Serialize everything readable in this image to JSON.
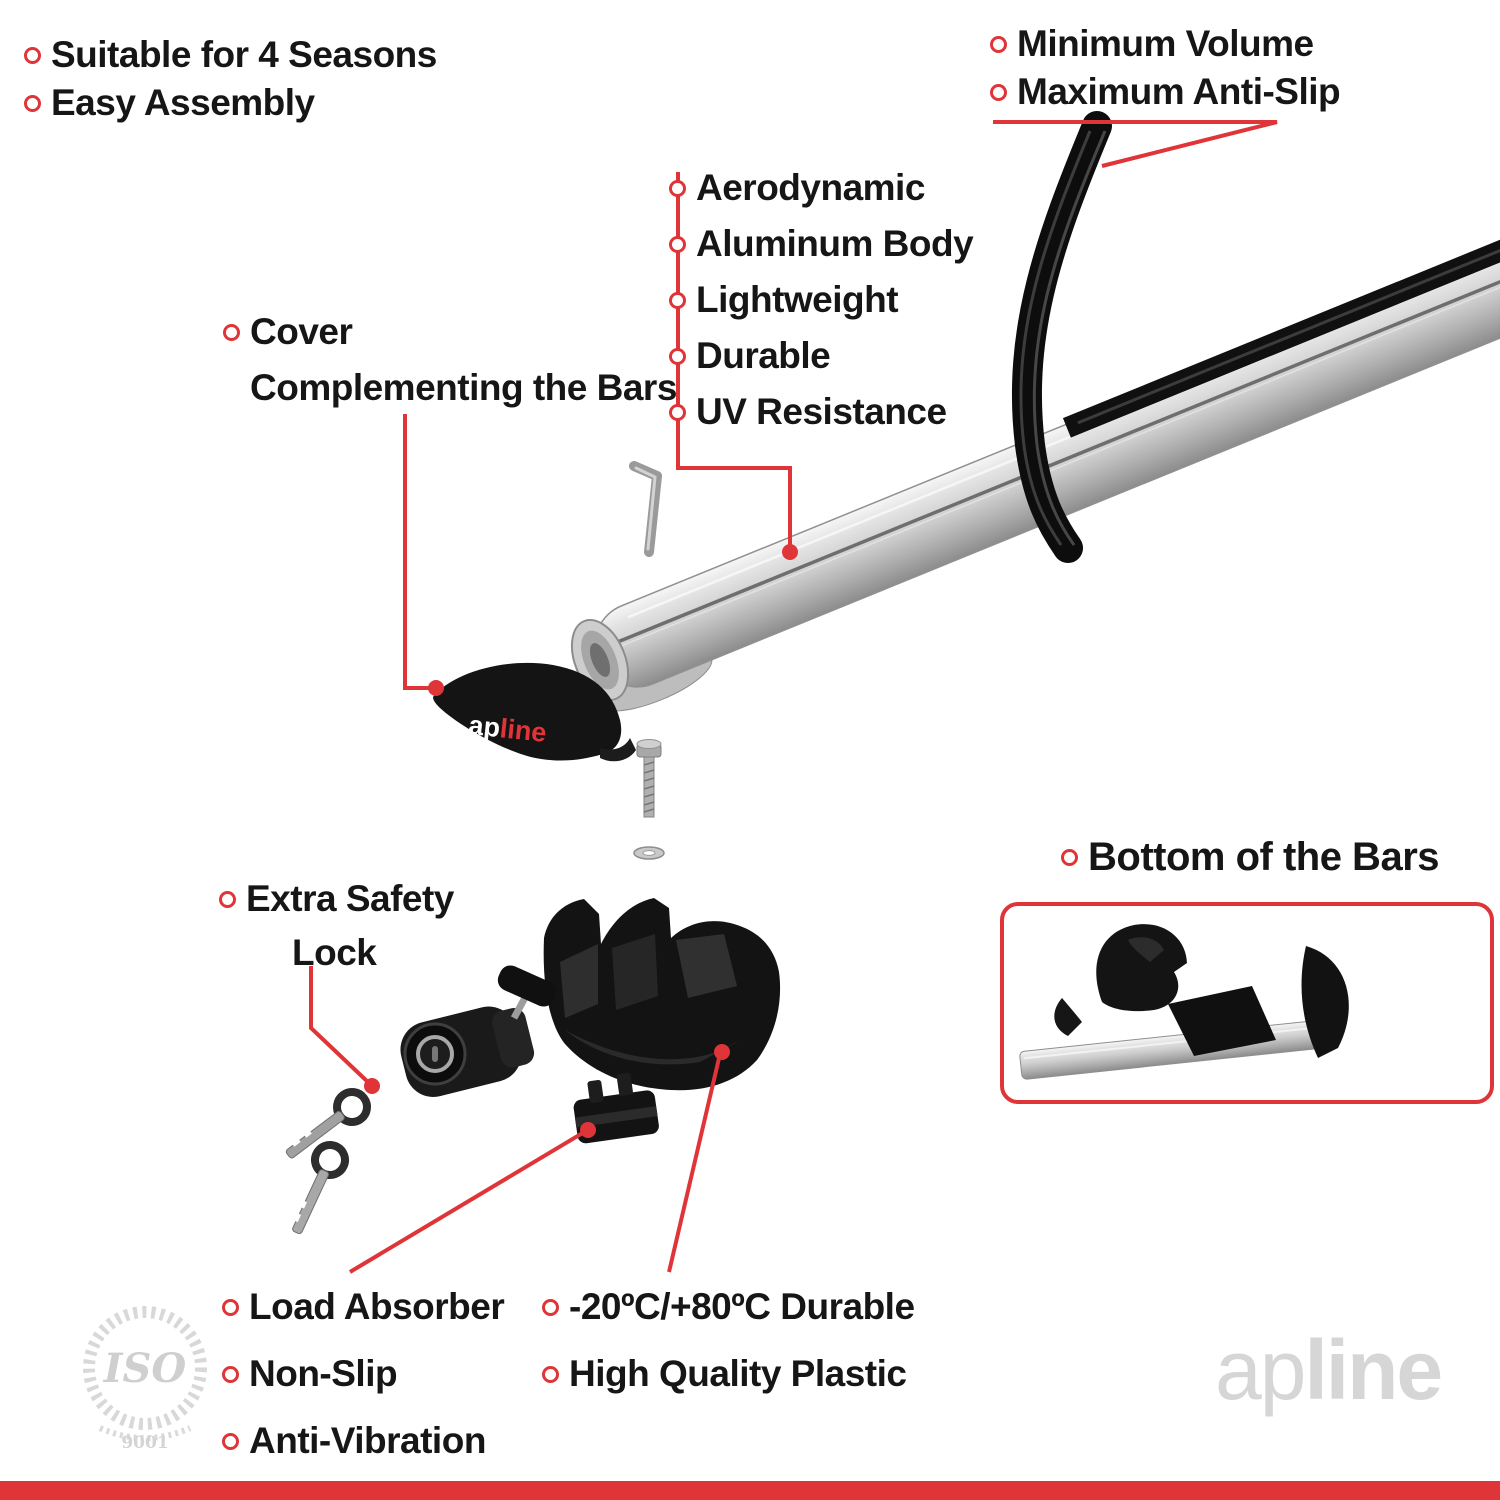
{
  "colors": {
    "accent_red": "#df3539",
    "text_black": "#161616",
    "watermark_gray": "#d6d6d6",
    "bar_silver": "#c9c9c9",
    "part_black": "#141414"
  },
  "top_left": {
    "items": [
      "Suitable for 4 Seasons",
      "Easy Assembly"
    ]
  },
  "top_right": {
    "items": [
      "Minimum Volume",
      "Maximum Anti-Slip"
    ]
  },
  "bar_features": {
    "items": [
      "Aerodynamic",
      "Aluminum Body",
      "Lightweight",
      "Durable",
      "UV Resistance"
    ]
  },
  "cover_callout": {
    "line1": "Cover",
    "line2": "Complementing the Bars"
  },
  "lock_callout": {
    "line1": "Extra Safety",
    "line2": "Lock"
  },
  "bottom_bars_callout": {
    "label": "Bottom of the Bars"
  },
  "foot_callout": {
    "items": [
      "Load Absorber",
      "Non-Slip",
      "Anti-Vibration"
    ]
  },
  "plastic_callout": {
    "items": [
      "-20ºC/+80ºC Durable",
      "High Quality Plastic"
    ]
  },
  "cover_logo": {
    "ap": "ap",
    "line": "line"
  },
  "watermark": {
    "ap": "ap",
    "line": "line"
  },
  "iso_badge": {
    "title": "ISO",
    "number": "9001"
  }
}
